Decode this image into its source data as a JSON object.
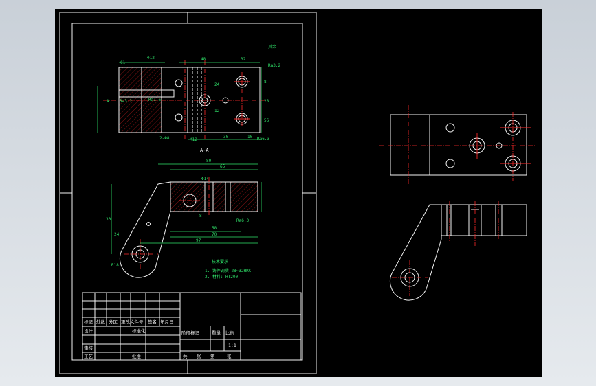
{
  "section_label": "A-A",
  "dimensions": {
    "top_view": [
      "48",
      "32",
      "30",
      "10",
      "M12",
      "2-Φ8",
      "Φ12",
      "C1",
      "A",
      "24",
      "12",
      "8",
      "28",
      "56"
    ],
    "front_view": [
      "80",
      "65",
      "Φ14",
      "8",
      "58",
      "70",
      "97",
      "30",
      "24",
      "R18"
    ],
    "roughness": [
      "Ra3.2",
      "Ra1.6",
      "Ra6.3"
    ],
    "surface_note": "其余"
  },
  "tech_requirements": {
    "title": "技术要求",
    "items": [
      "1. 铸件调质 28~32HRC",
      "2. 材料: HT200"
    ]
  },
  "title_block": {
    "revision_header": [
      "标记",
      "处数",
      "分区",
      "更改文件号",
      "签名",
      "年月日"
    ],
    "roles": [
      "设计",
      "标准化",
      "审核",
      "工艺",
      "批准"
    ],
    "stage_headers": [
      "阶段标记",
      "重量",
      "比例"
    ],
    "scale": "1:1",
    "sheet": [
      "共",
      "张",
      "第",
      "张"
    ]
  }
}
